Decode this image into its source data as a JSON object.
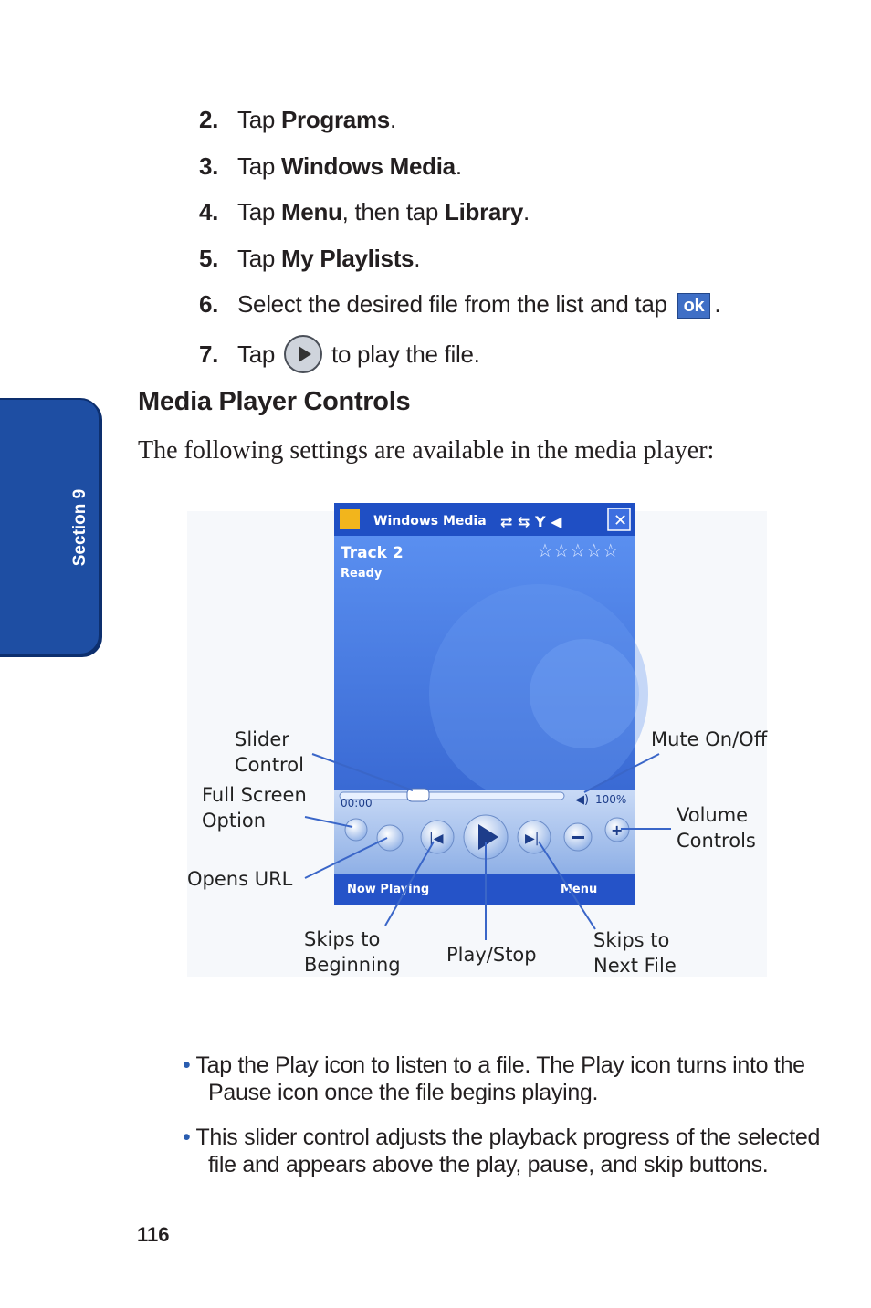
{
  "side_tab": {
    "label": "Section 9"
  },
  "steps": [
    {
      "num": "2.",
      "pre": "Tap ",
      "b1": "Programs",
      "mid": ".",
      "b2": "",
      "post": ""
    },
    {
      "num": "3.",
      "pre": "Tap ",
      "b1": "Windows Media",
      "mid": ".",
      "b2": "",
      "post": ""
    },
    {
      "num": "4.",
      "pre": "Tap ",
      "b1": "Menu",
      "mid": ", then tap ",
      "b2": "Library",
      "post": "."
    },
    {
      "num": "5.",
      "pre": "Tap ",
      "b1": "My Playlists",
      "mid": ".",
      "b2": "",
      "post": ""
    },
    {
      "num": "6.",
      "pre": "Select the desired file from the list and tap",
      "ok": "ok",
      "post": "."
    },
    {
      "num": "7.",
      "pre": "Tap",
      "post": "to play the file."
    }
  ],
  "heading": "Media Player Controls",
  "intro": "The following settings are available in the media player:",
  "screenshot": {
    "app_title": "Windows Media",
    "track": "Track 2",
    "status": "Ready",
    "time": "00:00",
    "volume": "100%",
    "softkey_left": "Now Playing",
    "softkey_right": "Menu",
    "labels": {
      "slider_1": "Slider",
      "slider_2": "Control",
      "fullscreen_1": "Full Screen",
      "fullscreen_2": "Option",
      "url": "Opens URL",
      "mute": "Mute On/Off",
      "volume_1": "Volume",
      "volume_2": "Controls",
      "skipb_1": "Skips to",
      "skipb_2": "Beginning",
      "play": "Play/Stop",
      "skipn_1": "Skips to",
      "skipn_2": "Next File"
    }
  },
  "bullets": [
    {
      "line1": "Tap the Play icon to listen to a file. The Play icon turns into the",
      "line2": "Pause icon once the file begins playing."
    },
    {
      "line1": "This slider control adjusts the playback progress of the selected",
      "line2": "file and appears above the play, pause, and skip buttons."
    }
  ],
  "page_number": "116",
  "colors": {
    "tab_blue": "#1e4ea3",
    "titlebar": "#2f5fcf",
    "screen_bg": "#4d7fe0",
    "bullet": "#2a5db0"
  }
}
